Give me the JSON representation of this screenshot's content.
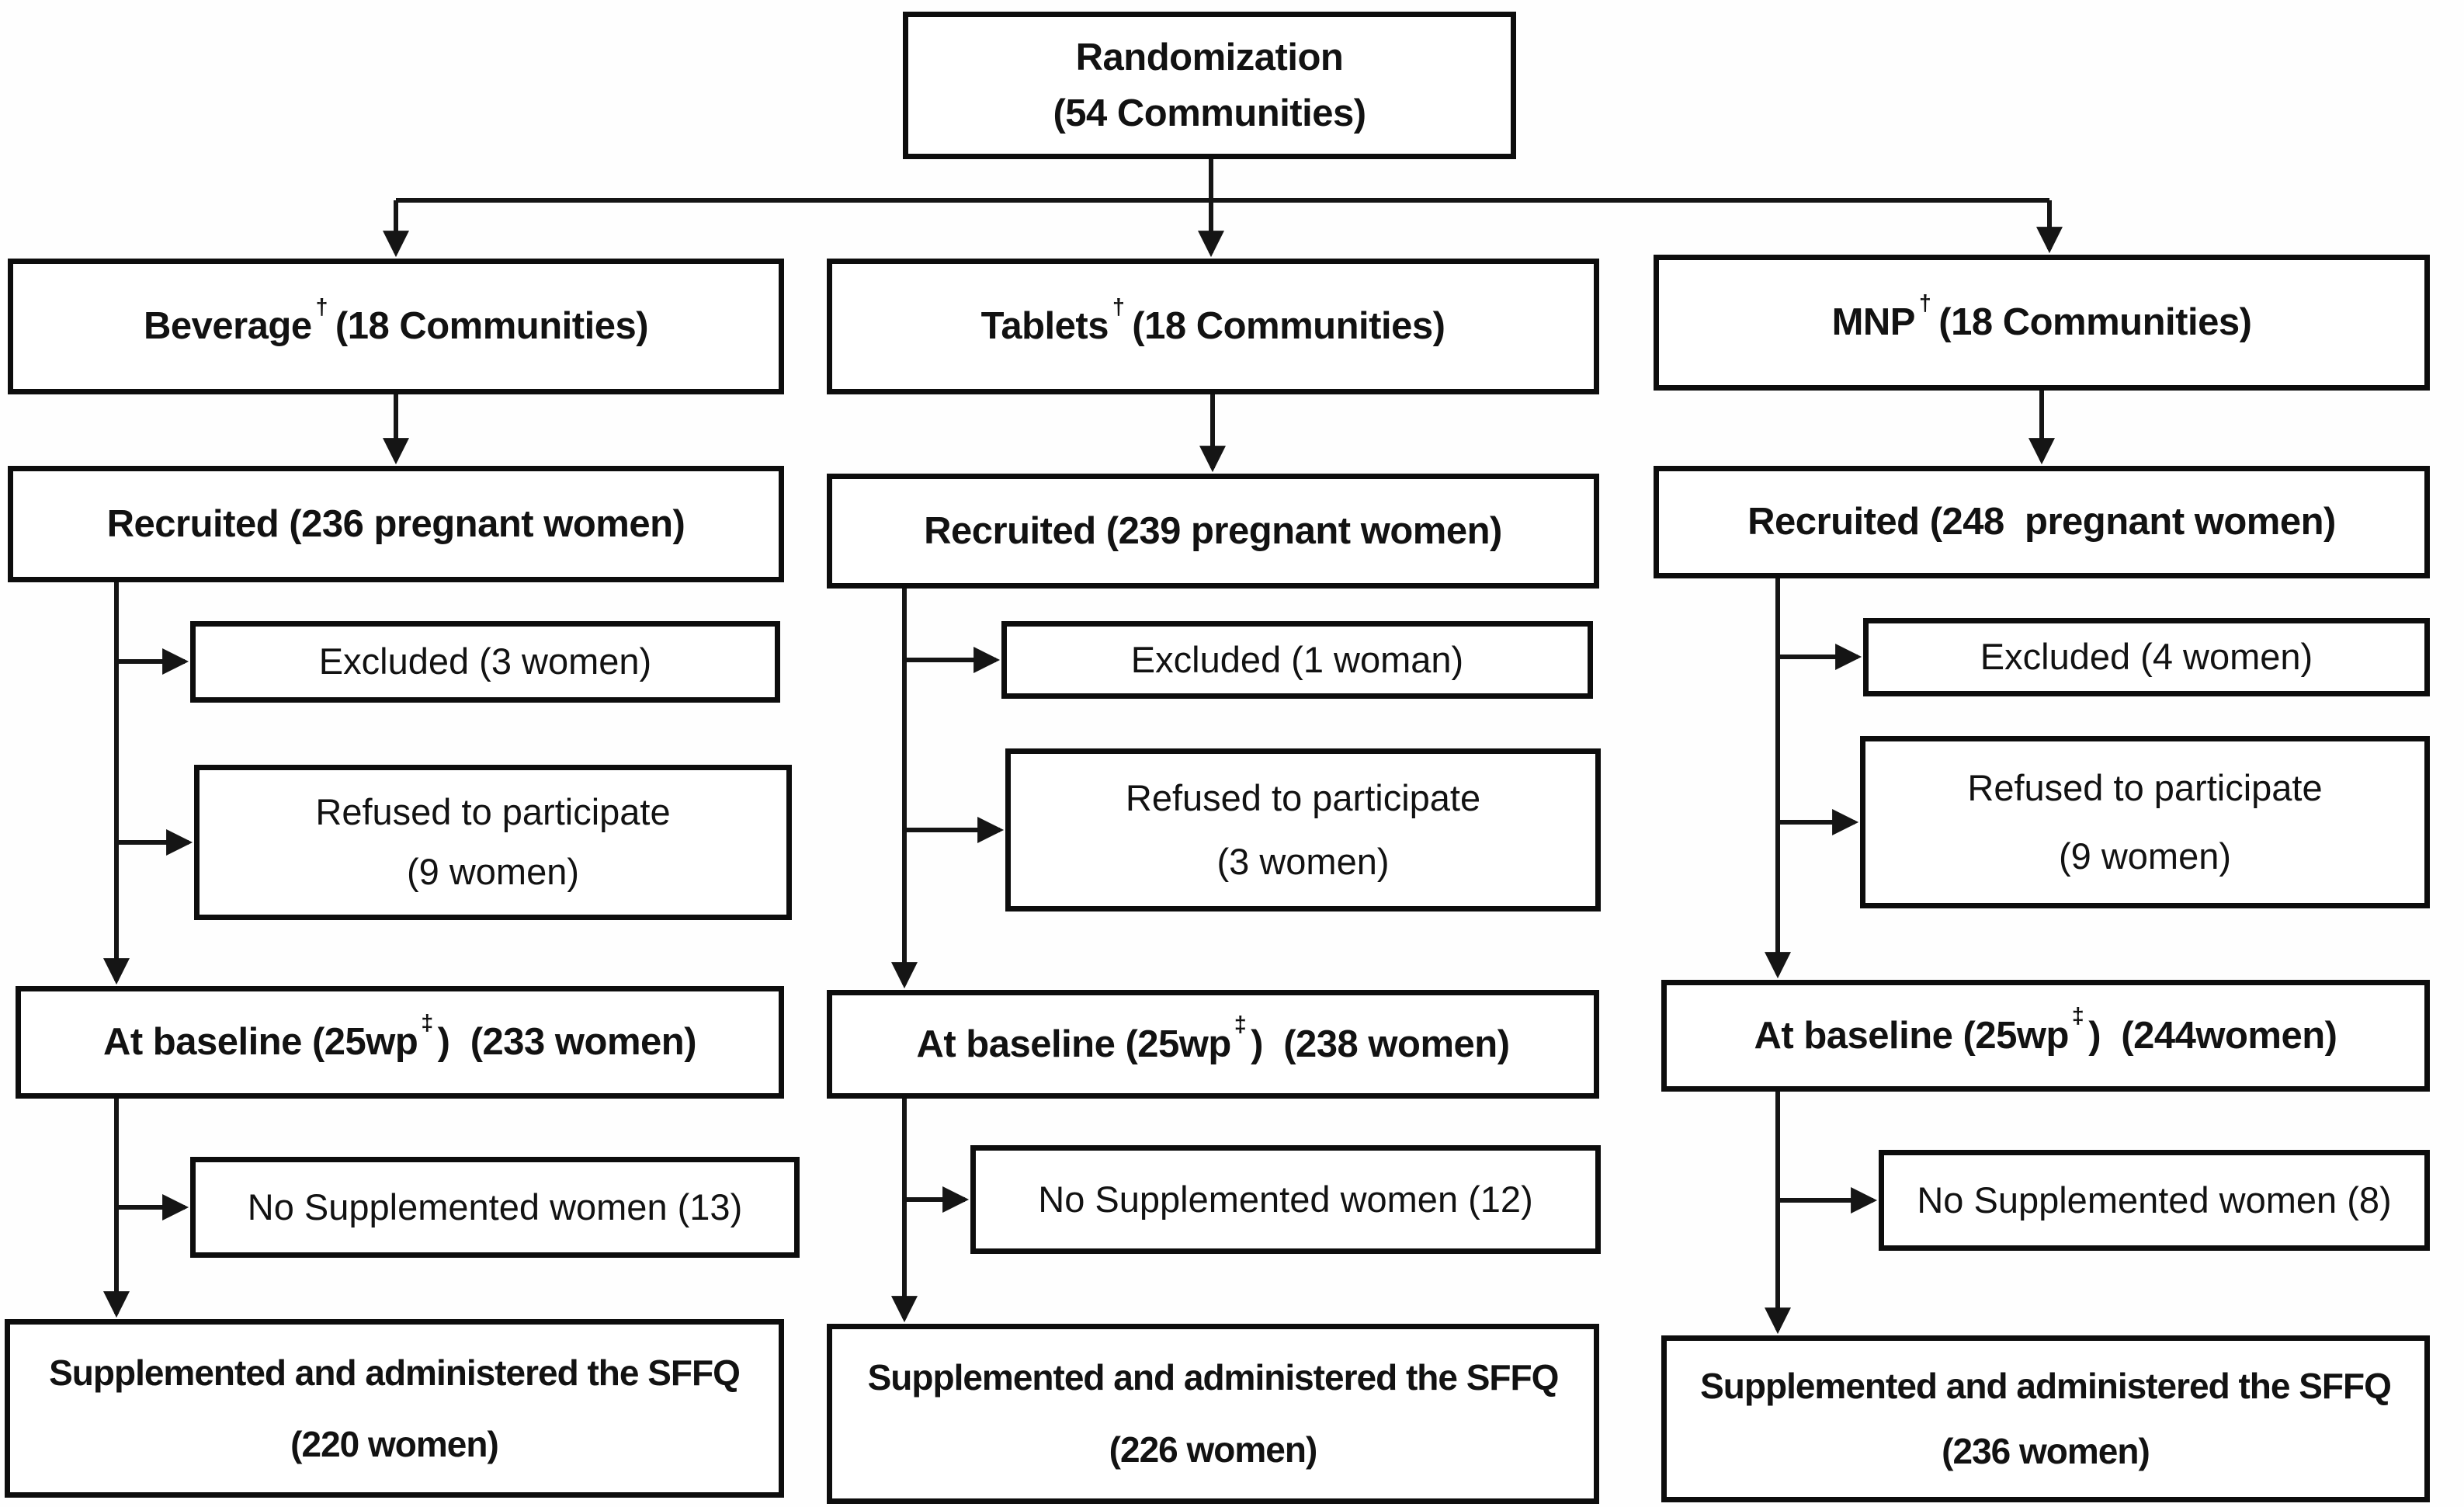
{
  "randomization": {
    "line1": "Randomization",
    "line2": "(54 Communities)"
  },
  "arms": [
    {
      "id": "beverage",
      "header": {
        "pre": "Beverage",
        "sup": "†",
        "post": "(18 Communities)"
      },
      "recruited": "Recruited (236 pregnant women)",
      "excluded": "Excluded (3 women)",
      "refused": {
        "line1": "Refused to participate",
        "line2": "(9 women)"
      },
      "baseline": {
        "pre": "At baseline (25wp",
        "sup": "‡",
        "post": ")  (233 women)"
      },
      "not_supplemented": "No Supplemented women (13)",
      "supplemented": {
        "line1": "Supplemented and administered the SFFQ",
        "line2": "(220 women)"
      }
    },
    {
      "id": "tablets",
      "header": {
        "pre": "Tablets",
        "sup": "†",
        "post": "(18 Communities)"
      },
      "recruited": "Recruited (239 pregnant women)",
      "excluded": "Excluded (1 woman)",
      "refused": {
        "line1": "Refused to participate",
        "line2": "(3 women)"
      },
      "baseline": {
        "pre": "At baseline (25wp",
        "sup": "‡",
        "post": ")  (238 women)"
      },
      "not_supplemented": "No Supplemented women (12)",
      "supplemented": {
        "line1": "Supplemented and administered the SFFQ",
        "line2": "(226 women)"
      }
    },
    {
      "id": "mnp",
      "header": {
        "pre": "MNP",
        "sup": "†",
        "post": "(18 Communities)"
      },
      "recruited": "Recruited (248  pregnant women)",
      "excluded": "Excluded (4 women)",
      "refused": {
        "line1": "Refused to participate",
        "line2": "(9 women)"
      },
      "baseline": {
        "pre": "At baseline (25wp",
        "sup": "‡",
        "post": ")  (244women)"
      },
      "not_supplemented": "No Supplemented women (8)",
      "supplemented": {
        "line1": "Supplemented and administered the SFFQ",
        "line2": "(236 women)"
      }
    }
  ],
  "line_color": "#151515"
}
